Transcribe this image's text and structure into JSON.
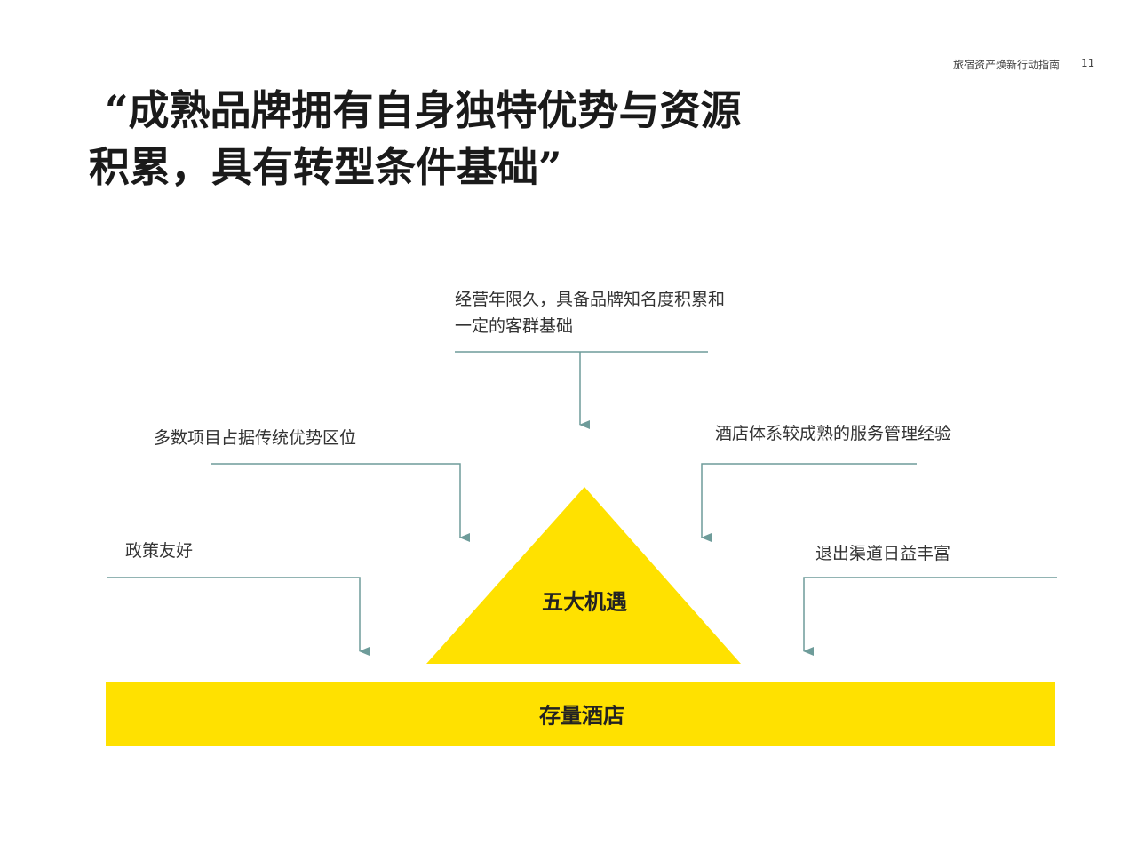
{
  "header": {
    "doc_title": "旅宿资产焕新行动指南",
    "page_number": "11"
  },
  "title": {
    "line1": "“成熟品牌拥有自身独特优势与资源",
    "line2": "积累，具有转型条件基础”"
  },
  "diagram": {
    "pyramid_label": "五大机遇",
    "base_label": "存量酒店",
    "factors": [
      {
        "text": "经营年限久，具备品牌知名度积累和一定的客群基础"
      },
      {
        "text": "多数项目占据传统优势区位"
      },
      {
        "text": "酒店体系较成熟的服务管理经验"
      },
      {
        "text": "政策友好"
      },
      {
        "text": "退出渠道日益丰富"
      }
    ],
    "colors": {
      "accent": "#FFE100",
      "line": "#6E9C9A"
    }
  }
}
